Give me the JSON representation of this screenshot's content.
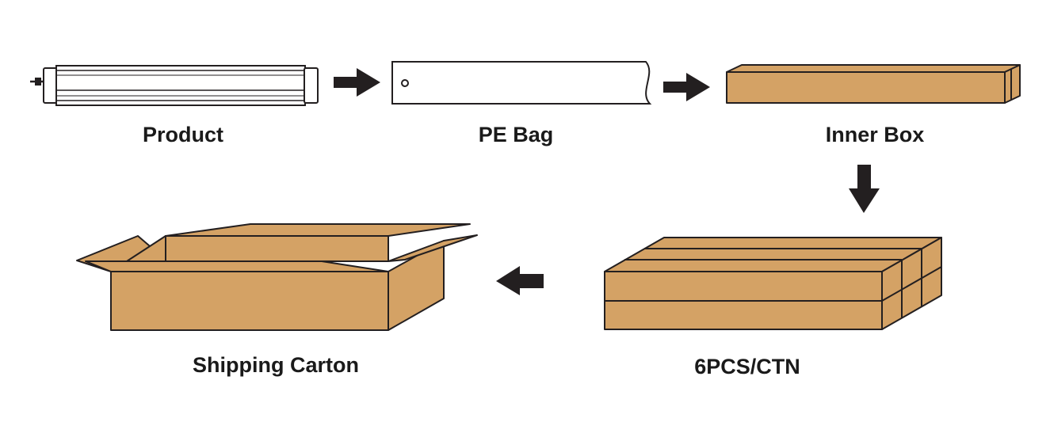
{
  "steps": {
    "product": "Product",
    "pe_bag": "PE Bag",
    "inner_box": "Inner Box",
    "bundle": "6PCS/CTN",
    "carton": "Shipping Carton"
  },
  "colors": {
    "cardboard": "#d4a265",
    "outline": "#231f20",
    "arrow": "#231f20"
  },
  "icons": {
    "product": "led-tube-light-icon",
    "pe_bag": "plastic-bag-icon",
    "inner_box": "long-box-icon",
    "bundle": "stacked-boxes-icon",
    "carton": "open-carton-icon"
  }
}
